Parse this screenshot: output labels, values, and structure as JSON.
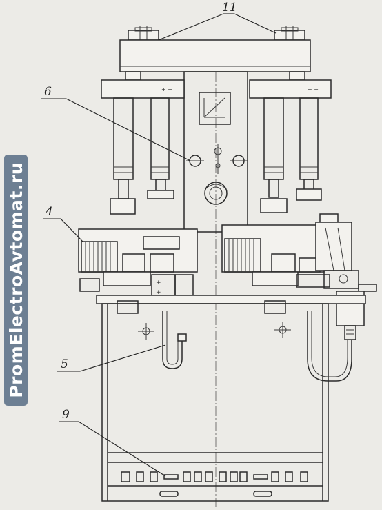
{
  "callouts": {
    "label_11": "11",
    "label_6": "6",
    "label_4": "4",
    "label_5": "5",
    "label_9": "9"
  },
  "watermark": {
    "text": "PromElectroAvtomat.ru",
    "color": "#6d7f93"
  },
  "colors": {
    "line": "#2b2b2b",
    "paper": "#ecebe7"
  }
}
